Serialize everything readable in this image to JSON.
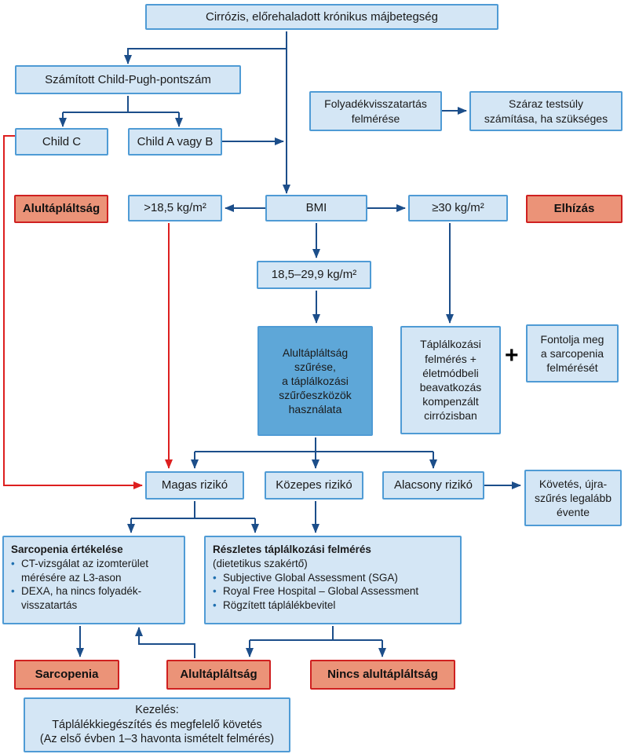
{
  "colors": {
    "box_fill": "#d4e6f5",
    "box_border": "#4f9bd5",
    "highlight_box_fill": "#5ea7d8",
    "alert_box_fill": "#eb9378",
    "alert_box_border": "#cf2020",
    "arrow_blue": "#1c4e8a",
    "arrow_red": "#dd1f1f"
  },
  "ui": {
    "bullet": "•",
    "plus": "+"
  },
  "nodes": {
    "start": {
      "label": "Cirrózis, előrehaladott krónikus májbetegség"
    },
    "child_pugh": {
      "label": "Számított Child-Pugh-pontszám"
    },
    "child_c": {
      "label": "Child C"
    },
    "child_ab": {
      "label": "Child A vagy B"
    },
    "fluid": {
      "lines": [
        "Folyadékvisszatartás",
        "felmérése"
      ]
    },
    "dry_weight": {
      "lines": [
        "Száraz testsúly",
        "számítása, ha szükséges"
      ]
    },
    "malnutrition_tag": {
      "label": "Alultápláltság"
    },
    "bmi_low": {
      "label": ">18,5 kg/m²"
    },
    "bmi": {
      "label": "BMI"
    },
    "bmi_high": {
      "label": "≥30 kg/m²"
    },
    "obesity_tag": {
      "label": "Elhízás"
    },
    "bmi_mid": {
      "label": "18,5–29,9 kg/m²"
    },
    "screening": {
      "lines": [
        "Alultápláltság",
        "szűrése,",
        "a táplálkozási",
        "szűrőeszközök",
        "használata"
      ]
    },
    "nutrition_lifestyle": {
      "lines": [
        "Táplálkozási",
        "felmérés +",
        "életmódbeli",
        "beavatkozás",
        "kompenzált",
        "cirrózisban"
      ]
    },
    "consider_sarcopenia": {
      "lines": [
        "Fontolja meg",
        "a sarcopenia",
        "felmérését"
      ]
    },
    "high_risk": {
      "label": "Magas rizikó"
    },
    "medium_risk": {
      "label": "Közepes rizikó"
    },
    "low_risk": {
      "label": "Alacsony rizikó"
    },
    "followup": {
      "lines": [
        "Követés, újra-",
        "szűrés legalább",
        "évente"
      ]
    },
    "sarcopenia_assessment": {
      "title": "Sarcopenia értékelése",
      "bullets": [
        "CT-vizsgálat az izomterület mérésére az L3-ason",
        "DEXA, ha nincs folyadék-visszatartás"
      ]
    },
    "detailed_assessment": {
      "title": "Részletes táplálkozási felmérés",
      "subtitle": "(dietetikus szakértő)",
      "bullets": [
        "Subjective Global Assessment (SGA)",
        "Royal Free Hospital – Global Assessment",
        "Rögzített táplálékbevitel"
      ]
    },
    "sarcopenia_result": {
      "label": "Sarcopenia"
    },
    "malnutrition_result": {
      "label": "Alultápláltság"
    },
    "no_malnutrition_result": {
      "label": "Nincs alultápláltság"
    },
    "treatment": {
      "lines": [
        "Kezelés:",
        "Táplálékkiegészítés és megfelelő követés",
        "(Az első évben 1–3 havonta ismételt felmérés)"
      ]
    }
  }
}
